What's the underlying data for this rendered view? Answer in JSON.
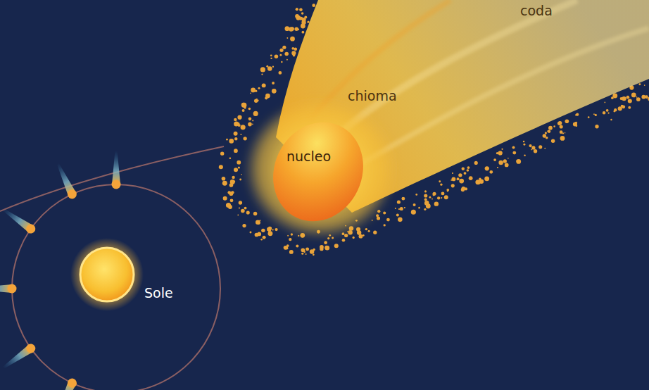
{
  "diagram": {
    "labels": [
      "coda",
      "chioma",
      "nucleo",
      "Sole"
    ]
  }
}
